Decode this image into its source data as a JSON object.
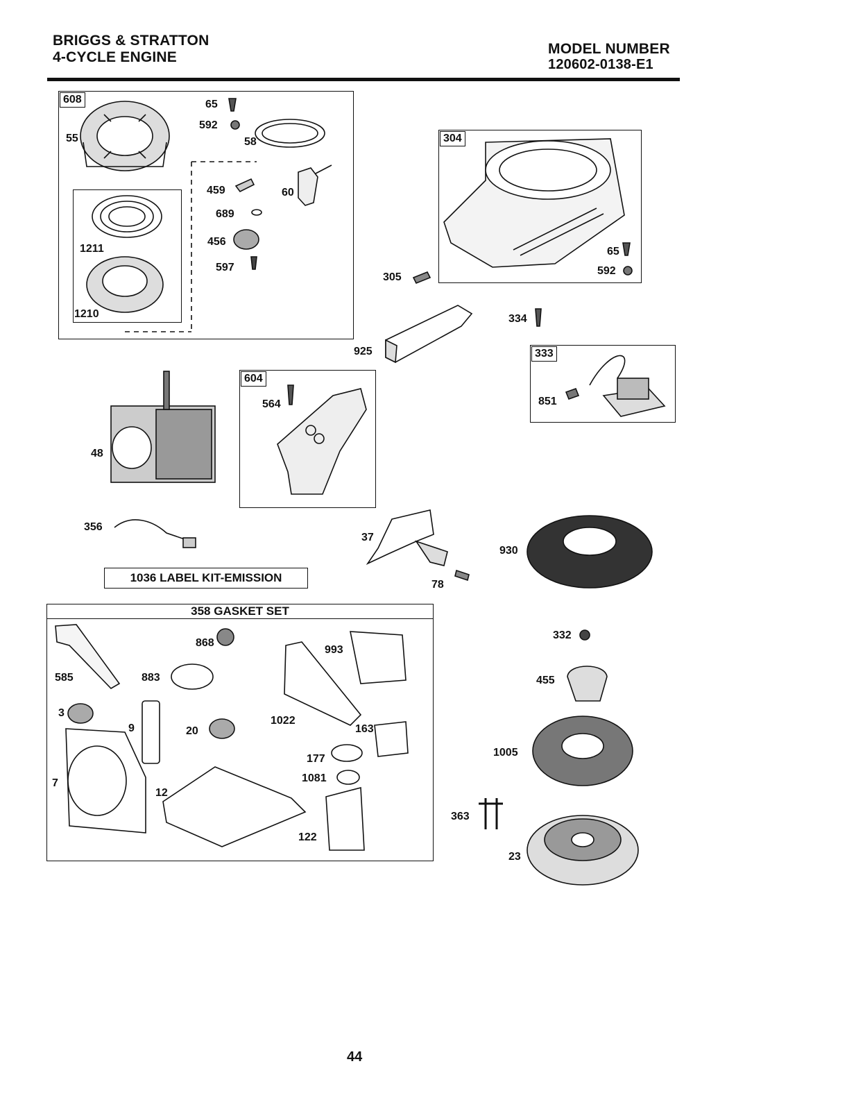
{
  "header": {
    "brand": "BRIGGS & STRATTON",
    "engine": "4-CYCLE ENGINE",
    "model_label": "MODEL NUMBER",
    "model_number": "120602-0138-E1"
  },
  "groups": {
    "g608": "608",
    "g304": "304",
    "g333": "333",
    "g604": "604",
    "kit_emission": "1036 LABEL KIT-EMISSION",
    "gasket_set": "358 GASKET SET"
  },
  "parts": {
    "p65a": "65",
    "p592a": "592",
    "p58": "58",
    "p55": "55",
    "p459": "459",
    "p60": "60",
    "p689": "689",
    "p456": "456",
    "p597": "597",
    "p1211": "1211",
    "p1210": "1210",
    "p305": "305",
    "p65b": "65",
    "p592b": "592",
    "p334": "334",
    "p925": "925",
    "p851": "851",
    "p564": "564",
    "p48": "48",
    "p356": "356",
    "p37": "37",
    "p78": "78",
    "p930": "930",
    "p868": "868",
    "p993": "993",
    "p585": "585",
    "p883": "883",
    "p3": "3",
    "p9": "9",
    "p20": "20",
    "p1022": "1022",
    "p163": "163",
    "p177": "177",
    "p1081": "1081",
    "p7": "7",
    "p12": "12",
    "p122": "122",
    "p332": "332",
    "p455": "455",
    "p1005": "1005",
    "p363": "363",
    "p23": "23"
  },
  "page_number": "44"
}
